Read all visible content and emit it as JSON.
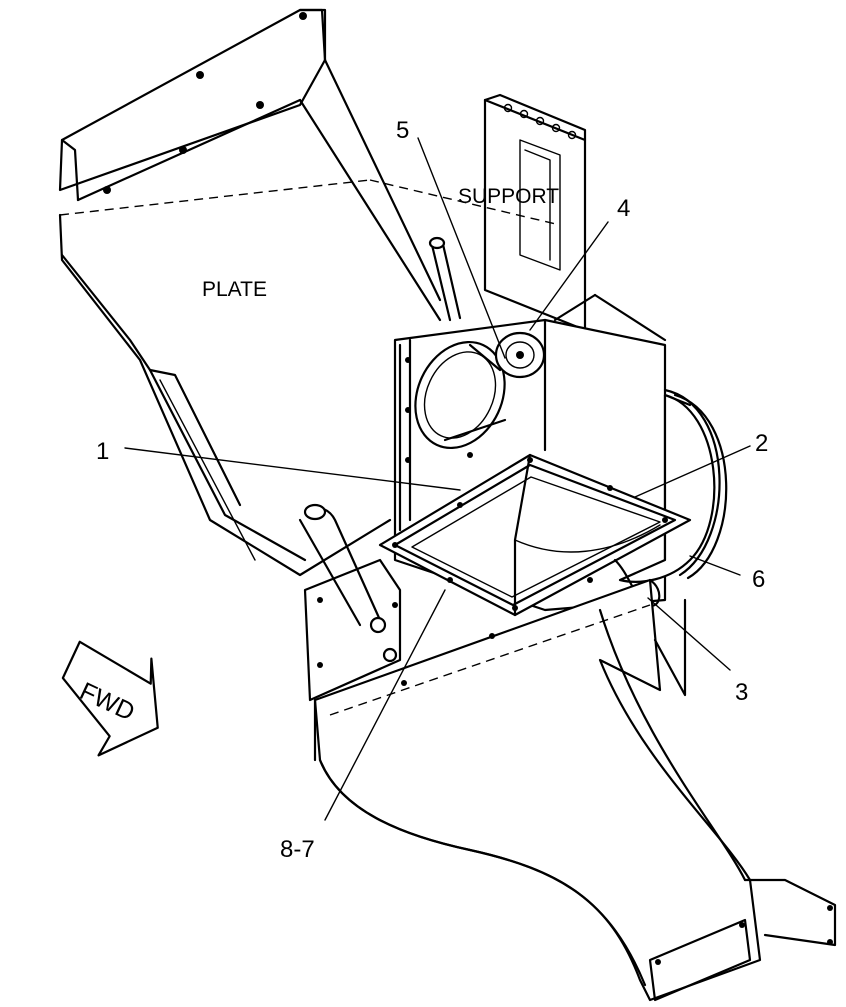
{
  "labels": {
    "plate": "PLATE",
    "support": "SUPPORT",
    "fwd": "FWD",
    "callouts": [
      "1",
      "2",
      "3",
      "4",
      "5",
      "6",
      "8-7"
    ]
  }
}
